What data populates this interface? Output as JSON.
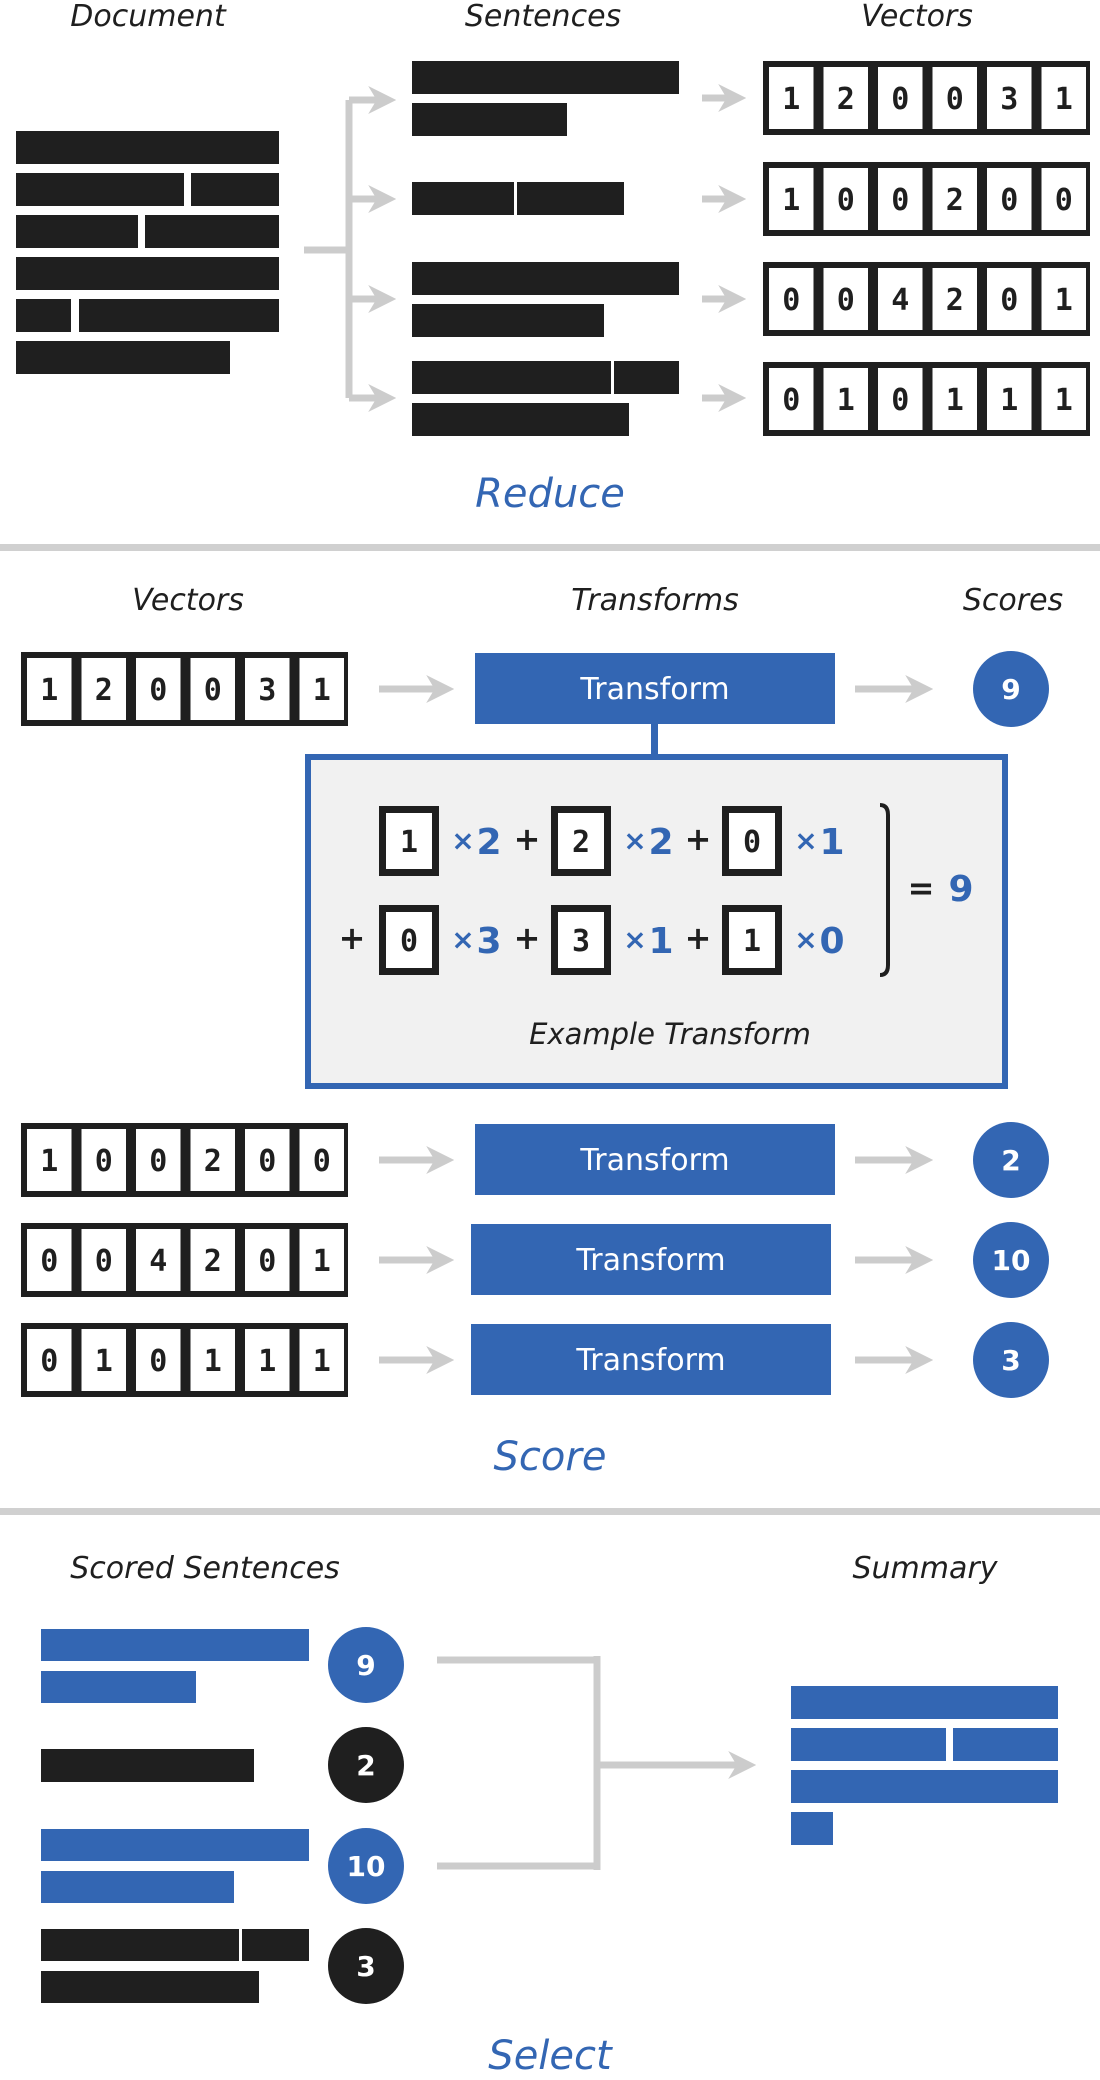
{
  "colors": {
    "blue": "#3366b3",
    "dark": "#1f1f1f",
    "gray": "#cccccc",
    "panel": "#f1f1f1"
  },
  "reduce": {
    "document_header": "Document",
    "sentences_header": "Sentences",
    "vectors_header": "Vectors",
    "vectors": [
      [
        "1",
        "2",
        "0",
        "0",
        "3",
        "1"
      ],
      [
        "1",
        "0",
        "0",
        "2",
        "0",
        "0"
      ],
      [
        "0",
        "0",
        "4",
        "2",
        "0",
        "1"
      ],
      [
        "0",
        "1",
        "0",
        "1",
        "1",
        "1"
      ]
    ],
    "section_label": "Reduce"
  },
  "score": {
    "vectors_header": "Vectors",
    "transforms_header": "Transforms",
    "scores_header": "Scores",
    "transform_label": "Transform",
    "rows": [
      {
        "vector": [
          "1",
          "2",
          "0",
          "0",
          "3",
          "1"
        ],
        "score": "9"
      },
      {
        "vector": [
          "1",
          "0",
          "0",
          "2",
          "0",
          "0"
        ],
        "score": "2"
      },
      {
        "vector": [
          "0",
          "0",
          "4",
          "2",
          "0",
          "1"
        ],
        "score": "10"
      },
      {
        "vector": [
          "0",
          "1",
          "0",
          "1",
          "1",
          "1"
        ],
        "score": "3"
      }
    ],
    "example": {
      "terms": [
        {
          "value": "1",
          "weight": "2"
        },
        {
          "value": "2",
          "weight": "2"
        },
        {
          "value": "0",
          "weight": "1"
        },
        {
          "value": "0",
          "weight": "3"
        },
        {
          "value": "3",
          "weight": "1"
        },
        {
          "value": "1",
          "weight": "0"
        }
      ],
      "plus": "+",
      "times": "×",
      "equals": "=",
      "result": "9",
      "caption": "Example Transform"
    },
    "section_label": "Score"
  },
  "select": {
    "scored_header": "Scored Sentences",
    "summary_header": "Summary",
    "sentences": [
      {
        "score": "9",
        "selected": true
      },
      {
        "score": "2",
        "selected": false
      },
      {
        "score": "10",
        "selected": true
      },
      {
        "score": "3",
        "selected": false
      }
    ],
    "section_label": "Select"
  }
}
